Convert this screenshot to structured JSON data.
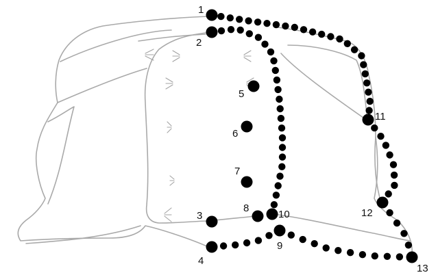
{
  "diagram": {
    "landmarks": [
      {
        "id": 1,
        "label": "1"
      },
      {
        "id": 2,
        "label": "2"
      },
      {
        "id": 3,
        "label": "3"
      },
      {
        "id": 4,
        "label": "4"
      },
      {
        "id": 5,
        "label": "5"
      },
      {
        "id": 6,
        "label": "6"
      },
      {
        "id": 7,
        "label": "7"
      },
      {
        "id": 8,
        "label": "8"
      },
      {
        "id": 9,
        "label": "9"
      },
      {
        "id": 10,
        "label": "10"
      },
      {
        "id": 11,
        "label": "11"
      },
      {
        "id": 12,
        "label": "12"
      },
      {
        "id": 13,
        "label": "13"
      }
    ],
    "colors": {
      "outline": "#a9a9a9",
      "landmark": "#000000",
      "label": "#111111",
      "background": "#ffffff"
    }
  }
}
